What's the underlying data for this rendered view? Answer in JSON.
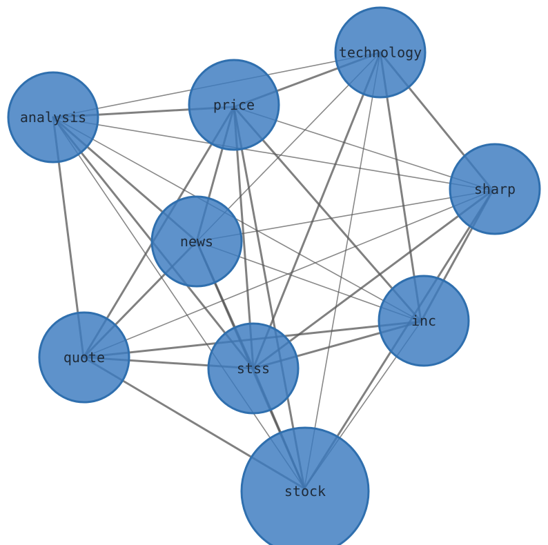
{
  "graph": {
    "nodes": [
      {
        "id": "technology",
        "label": "technology"
      },
      {
        "id": "price",
        "label": "price"
      },
      {
        "id": "analysis",
        "label": "analysis"
      },
      {
        "id": "sharp",
        "label": "sharp"
      },
      {
        "id": "news",
        "label": "news"
      },
      {
        "id": "inc",
        "label": "inc"
      },
      {
        "id": "quote",
        "label": "quote"
      },
      {
        "id": "stss",
        "label": "stss"
      },
      {
        "id": "stock",
        "label": "stock"
      }
    ],
    "edges": [
      [
        "analysis",
        "technology"
      ],
      [
        "analysis",
        "price"
      ],
      [
        "analysis",
        "sharp"
      ],
      [
        "analysis",
        "news"
      ],
      [
        "analysis",
        "quote"
      ],
      [
        "analysis",
        "inc"
      ],
      [
        "analysis",
        "stss"
      ],
      [
        "analysis",
        "stock"
      ],
      [
        "price",
        "technology"
      ],
      [
        "price",
        "sharp"
      ],
      [
        "price",
        "news"
      ],
      [
        "price",
        "quote"
      ],
      [
        "price",
        "inc"
      ],
      [
        "price",
        "stss"
      ],
      [
        "price",
        "stock"
      ],
      [
        "technology",
        "sharp"
      ],
      [
        "technology",
        "news"
      ],
      [
        "technology",
        "stss"
      ],
      [
        "technology",
        "inc"
      ],
      [
        "technology",
        "stock"
      ],
      [
        "sharp",
        "news"
      ],
      [
        "sharp",
        "quote"
      ],
      [
        "sharp",
        "stss"
      ],
      [
        "sharp",
        "inc"
      ],
      [
        "sharp",
        "stock"
      ],
      [
        "news",
        "quote"
      ],
      [
        "news",
        "inc"
      ],
      [
        "news",
        "stss"
      ],
      [
        "news",
        "stock"
      ],
      [
        "quote",
        "inc"
      ],
      [
        "quote",
        "stss"
      ],
      [
        "quote",
        "stock"
      ],
      [
        "stss",
        "inc"
      ],
      [
        "stss",
        "stock"
      ],
      [
        "inc",
        "stock"
      ]
    ]
  },
  "colors": {
    "node_fill": "#3a7abf",
    "node_stroke": "#2f6fae",
    "edge": "#555555",
    "label": "#1e2a38"
  }
}
